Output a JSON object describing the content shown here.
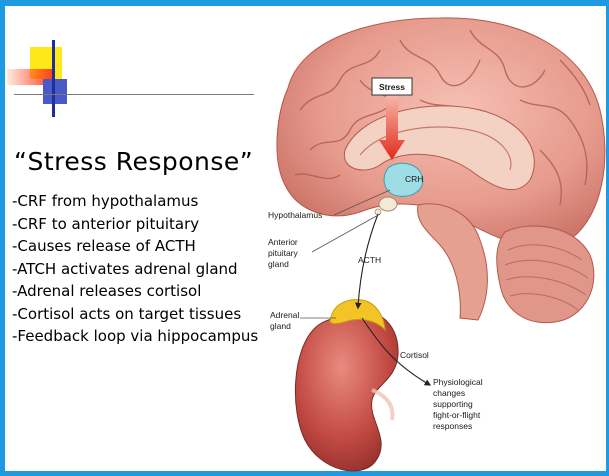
{
  "slide": {
    "title": "“Stress Response”",
    "bullets": [
      "-CRF from hypothalamus",
      "-CRF to anterior pituitary",
      "-Causes release of ACTH",
      "-ATCH activates adrenal gland",
      "-Adrenal releases cortisol",
      "-Cortisol acts on target tissues",
      "-Feedback loop via hippocampus"
    ]
  },
  "figure": {
    "stress_box": "Stress",
    "crh": "CRH",
    "hypothalamus": "Hypothalamus",
    "anterior_pituitary": [
      "Anterior",
      "pituitary",
      "gland"
    ],
    "acth": "ACTH",
    "adrenal_gland": [
      "Adrenal",
      "gland"
    ],
    "cortisol": "Cortisol",
    "physiological": [
      "Physiological",
      "changes",
      "supporting",
      "fight-or-flight",
      "responses"
    ]
  },
  "colors": {
    "frame": "#1e9be0",
    "brain": "#e69a8c",
    "kidney": "#c24a43",
    "adrenal": "#f2c425",
    "hypothalamus": "#9fdde6",
    "stress_arrow": "#e02a1c"
  }
}
